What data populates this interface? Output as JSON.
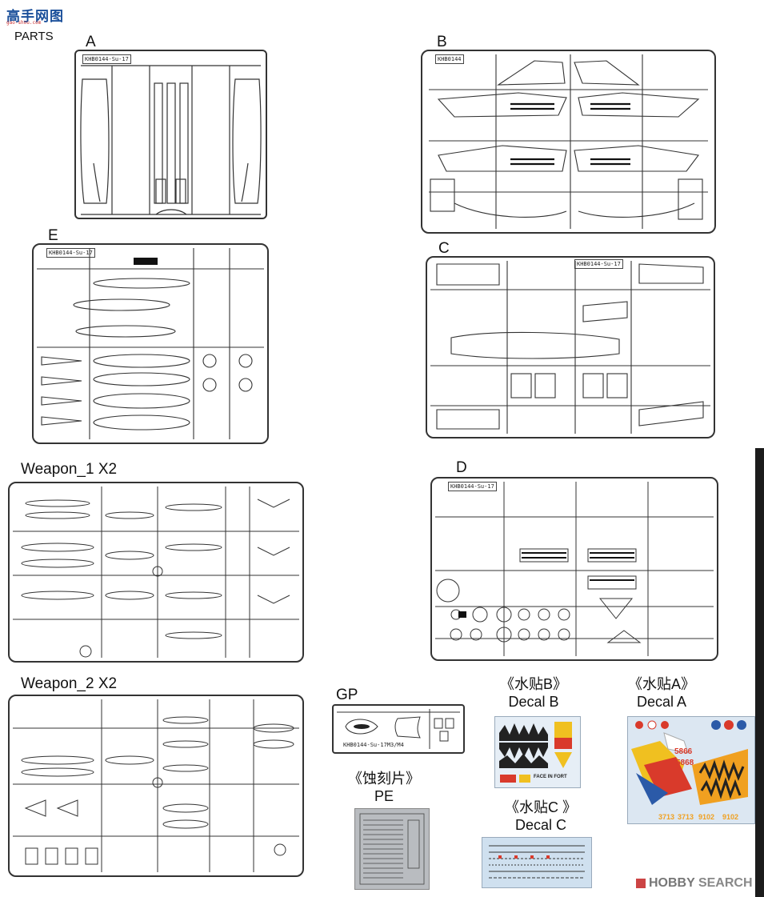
{
  "header": {
    "watermark_text": "高手网图",
    "watermark_url": "gao-shou.com",
    "page_label": "PARTS"
  },
  "sprues": {
    "a": {
      "label": "A",
      "code": "KHB0144-Su-17"
    },
    "b": {
      "label": "B",
      "code": "KHB0144"
    },
    "c": {
      "label": "C",
      "code": "KHB0144-Su-17"
    },
    "d": {
      "label": "D",
      "code": "KHB0144-Su-17"
    },
    "e": {
      "label": "E",
      "code": "KHB0144-Su-17"
    },
    "weapon1": {
      "label": "Weapon_1  X2"
    },
    "weapon2": {
      "label": "Weapon_2  X2"
    },
    "gp": {
      "label": "GP",
      "code": "KHB0144-Su-17M3/M4"
    }
  },
  "extras": {
    "pe": {
      "label_cn": "《蚀刻片》",
      "label_en": "PE"
    },
    "decal_b": {
      "label_cn": "《水贴B》",
      "label_en": "Decal B",
      "text": "FACE IN FORT"
    },
    "decal_a": {
      "label_cn": "《水贴A》",
      "label_en": "Decal A",
      "numbers": [
        "5866",
        "5868",
        "3713",
        "3713",
        "9102",
        "9102"
      ]
    },
    "decal_c": {
      "label_cn": "《水贴C 》",
      "label_en": "Decal C"
    }
  },
  "footer": {
    "brand_prefix": "HOBBY",
    "brand_suffix": "SEARCH"
  },
  "colors": {
    "sprue_line": "#333333",
    "pe_metal": "#b9bcc0",
    "decal_bg": "#dfeaf4",
    "decal_red": "#d93a2b",
    "decal_yellow": "#f0c020",
    "decal_blue": "#2b5aa8"
  }
}
